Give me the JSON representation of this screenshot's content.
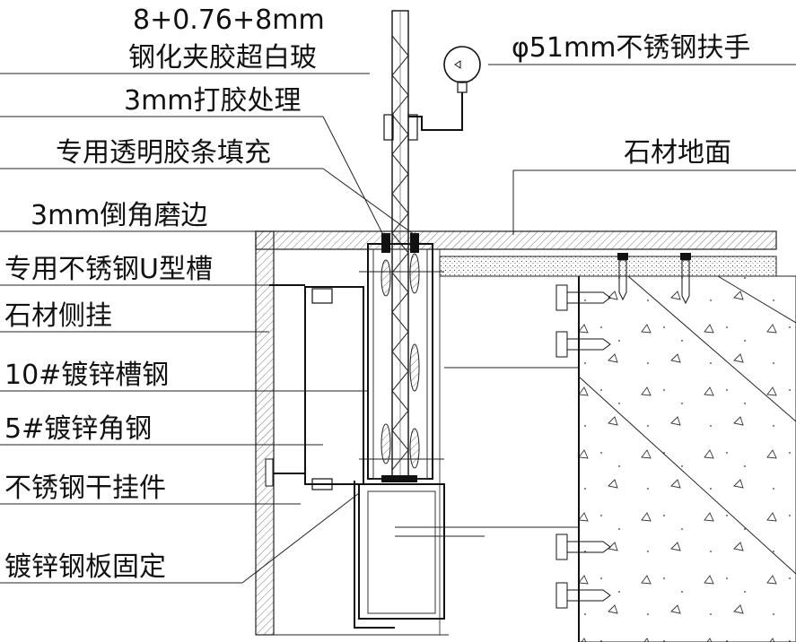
{
  "labels": {
    "glass_line1": "8+0.76+8mm",
    "glass_line2": "钢化夹胶超白玻",
    "handrail": "φ51mm不锈钢扶手",
    "sealant": "3mm打胶处理",
    "rubber_strip": "专用透明胶条填充",
    "stone_floor": "石材地面",
    "chamfer": "3mm倒角磨边",
    "u_channel": "专用不锈钢U型槽",
    "stone_side": "石材侧挂",
    "channel_steel": "10#镀锌槽钢",
    "angle_steel": "5#镀锌角钢",
    "dry_hanger": "不锈钢干挂件",
    "steel_plate": "镀锌钢板固定"
  }
}
